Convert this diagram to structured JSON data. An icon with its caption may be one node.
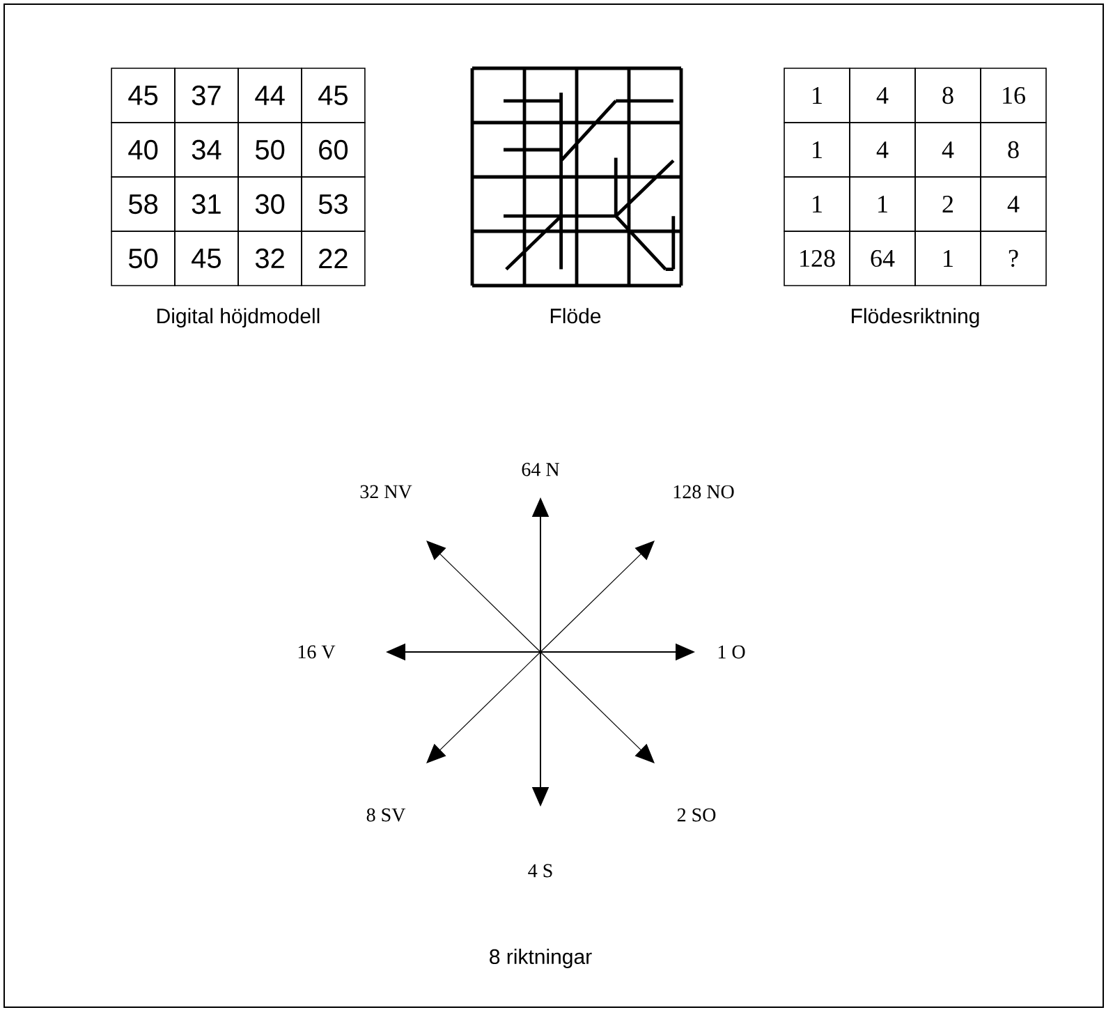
{
  "diagram": {
    "labels": [
      "45",
      "37",
      "44",
      "45",
      "40",
      "34",
      "50",
      "60",
      "58",
      "31",
      "30",
      "53",
      "50",
      "45",
      "32",
      "22",
      "Digital höjdmodell",
      "Flöde",
      "1",
      "4",
      "8",
      "16",
      "1",
      "4",
      "4",
      "8",
      "1",
      "1",
      "2",
      "4",
      "128",
      "64",
      "1",
      "?",
      "Flödesriktning",
      "64 N",
      "32 NV",
      "128 NO",
      "16 V",
      "1 O",
      "8 SV",
      "2 SO",
      "4 S",
      "8 riktningar"
    ]
  }
}
